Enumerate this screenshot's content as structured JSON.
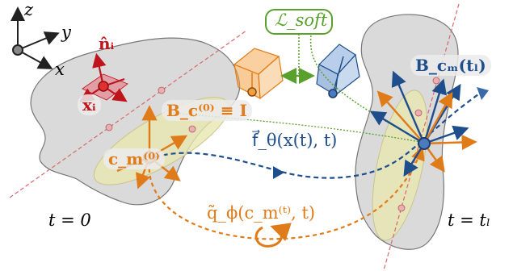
{
  "axes": {
    "z": "z",
    "y": "y",
    "x": "x"
  },
  "labels": {
    "normal": "n̂ᵢ",
    "point": "xᵢ",
    "basis_init": "B_c⁽⁰⁾ ≡ I",
    "centroid": "c_m⁽⁰⁾",
    "loss": "ℒ_soft",
    "basis_t": "B_cₘ(tₗ)",
    "flow": "f⃗_θ(x(t), t)",
    "rotation": "q̃_ϕ(c_m⁽ᵗ⁾, t)",
    "time_start": "t = 0",
    "time_end": "t = tₗ"
  },
  "colors": {
    "orange": "#e07b1a",
    "blue": "#1f4e8c",
    "red": "#c0141c",
    "green": "#5aa02c",
    "shape": "#d3d3d3",
    "yellow": "#e8e6b0"
  }
}
